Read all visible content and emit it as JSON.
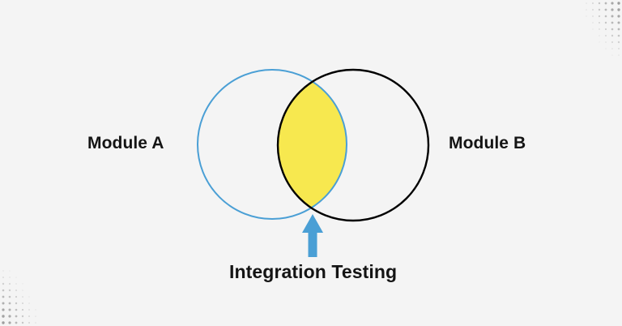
{
  "diagram": {
    "type": "venn-diagram",
    "title_visible": false,
    "background_color": "#f4f4f4",
    "sets": [
      {
        "id": "module-a",
        "label": "Module A",
        "outline_color": "#4a9fd5",
        "fill_color": "none"
      },
      {
        "id": "module-b",
        "label": "Module B",
        "outline_color": "#000000",
        "fill_color": "none"
      }
    ],
    "intersection": {
      "id": "integration-testing",
      "label": "Integration Testing",
      "fill_color": "#f7e84f",
      "annotation_arrow_color": "#4a9fd5",
      "annotation_arrow_direction": "up"
    },
    "decorations": [
      {
        "id": "dots-top-right",
        "pattern": "halftone-dots",
        "color": "#9a9a9a"
      },
      {
        "id": "dots-bottom-left",
        "pattern": "halftone-dots",
        "color": "#9a9a9a"
      }
    ]
  }
}
